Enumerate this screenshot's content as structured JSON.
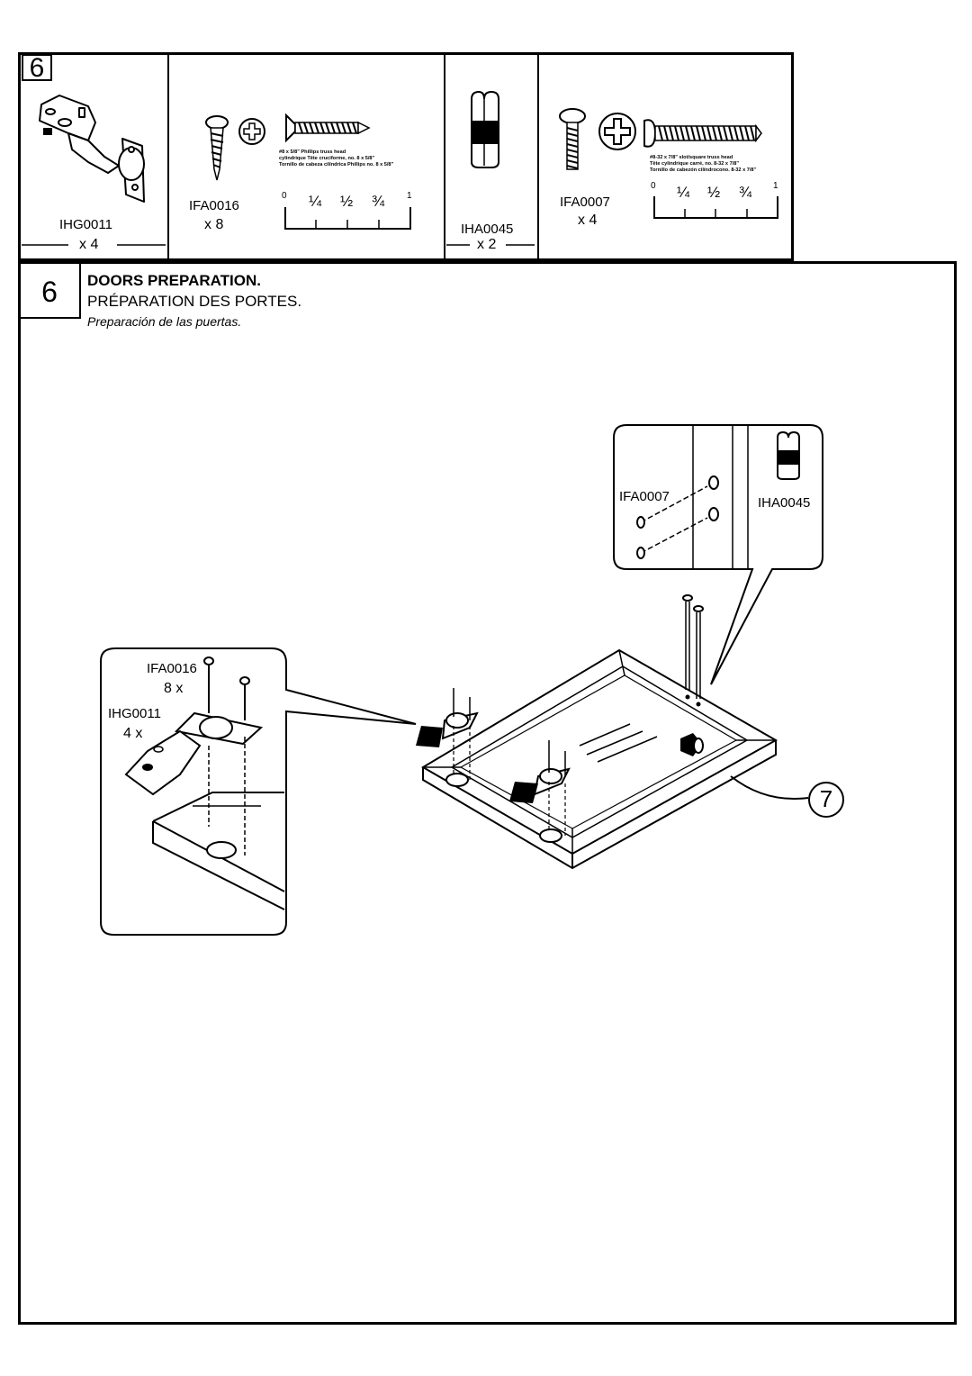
{
  "parts": {
    "step_number": "6",
    "hinge": {
      "code": "IHG0011",
      "qty": "x 4"
    },
    "screw_small": {
      "code": "IFA0016",
      "qty": "x 8",
      "desc": [
        "#8 x 5/8\" Phillips   truss head",
        "cylindrique Tête  cruciforme, no. 8 x 5/8\"",
        "Tornillo de cabeza cilíndrica Phillips no. 8 x 5/8\""
      ]
    },
    "connector": {
      "code": "IHA0045",
      "qty": "x 2"
    },
    "screw_large": {
      "code": "IFA0007",
      "qty": "x 4",
      "desc": [
        "#8-32 x 7/8\" slot/square truss head",
        "Tête cylindrique carré, no. 8-32 x 7/8\"",
        "Tornillo de cabezón cilíndrocono. 8-32 x 7/8\""
      ]
    },
    "ruler": {
      "t0": "0",
      "t1": "¼",
      "t2": "½",
      "t3": "¾",
      "t4": "1"
    }
  },
  "step": {
    "number": "6",
    "title_en": "DOORS PREPARATION.",
    "title_fr": "PRÉPARATION DES PORTES.",
    "title_es": "Preparación de las puertas."
  },
  "diagram": {
    "callout_right": {
      "screw": "IFA0007",
      "connector": "IHA0045"
    },
    "callout_left": {
      "screw": "IFA0016",
      "screw_qty": "8 x",
      "hinge": "IHG0011",
      "hinge_qty": "4 x"
    },
    "part_number": "7"
  }
}
